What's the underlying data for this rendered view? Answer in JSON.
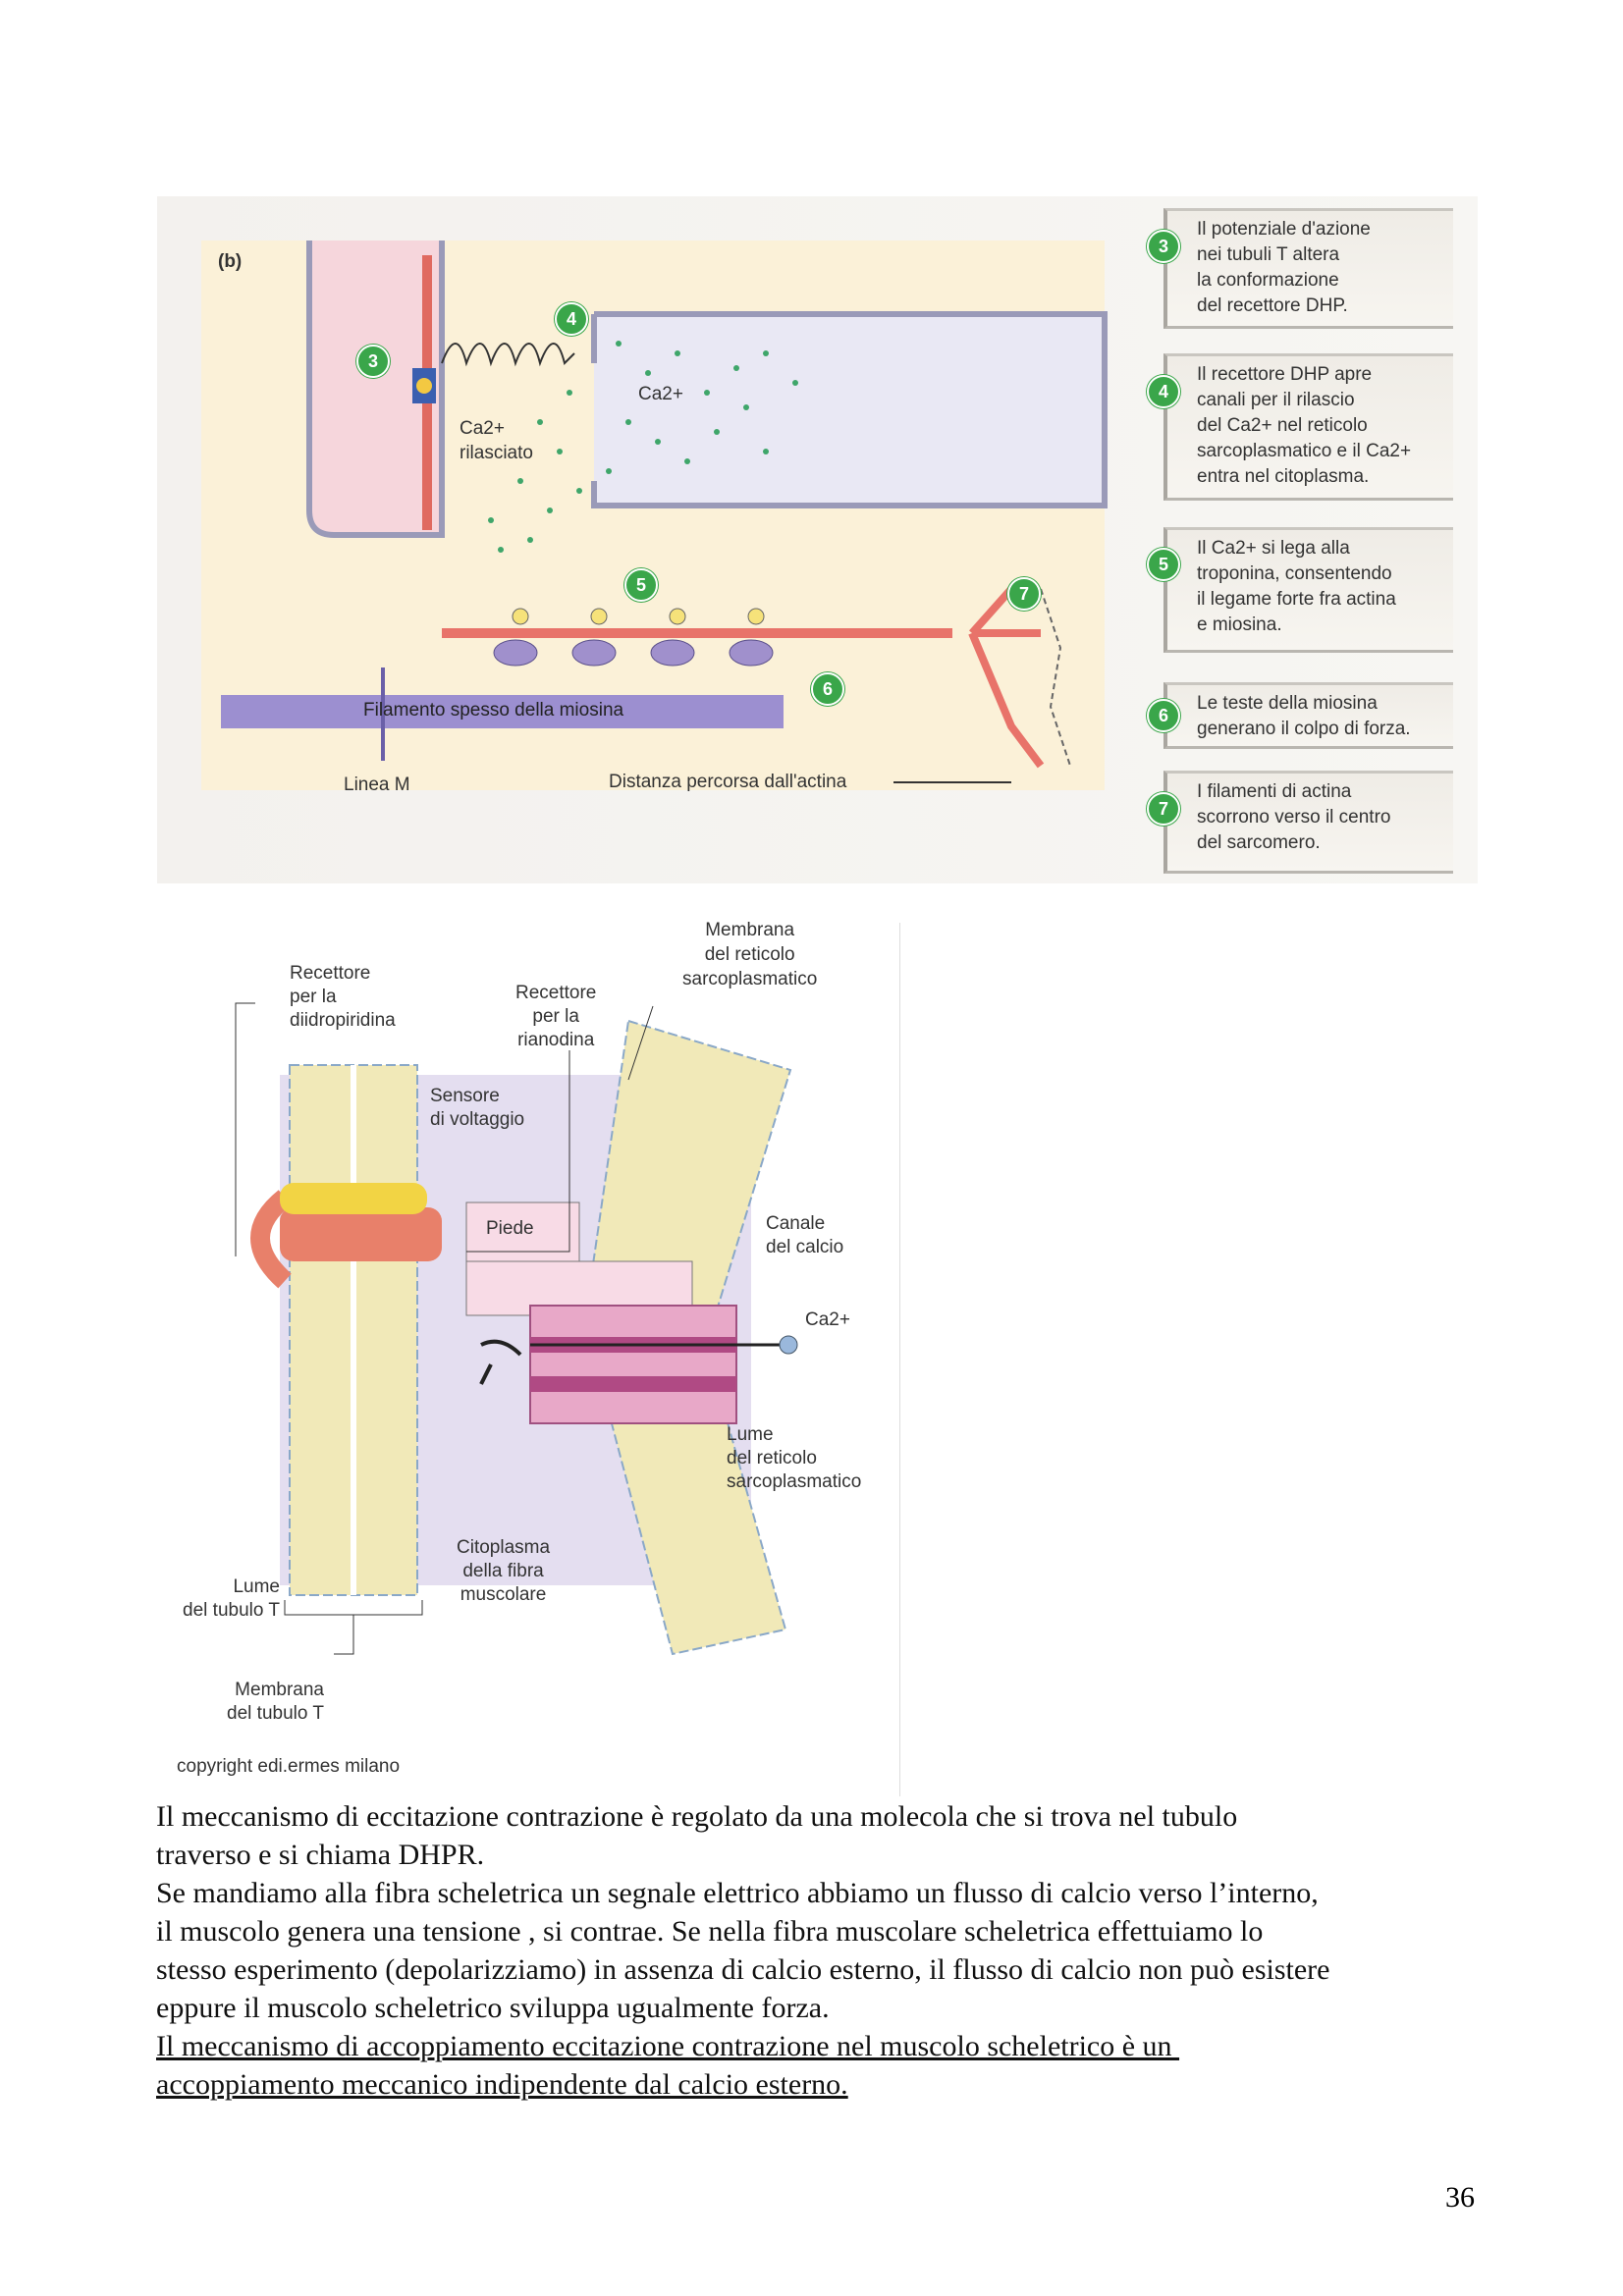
{
  "figure_top": {
    "panel_label": "(b)",
    "ca_label": "Ca2+",
    "ca_released_1": "Ca2+",
    "ca_released_2": "rilasciato",
    "myosin_label": "Filamento spesso della miosina",
    "m_line_label": "Linea M",
    "distance_label": "Distanza percorsa dall'actina",
    "steps": [
      {
        "num": "3",
        "text": [
          "Il potenziale d'azione",
          "nei tubuli T altera",
          "la conformazione",
          "del recettore DHP."
        ]
      },
      {
        "num": "4",
        "text": [
          "Il recettore DHP apre",
          "canali per il rilascio",
          "del Ca2+ nel reticolo",
          "sarcoplasmatico e il Ca2+",
          "entra nel citoplasma."
        ]
      },
      {
        "num": "5",
        "text": [
          "Il Ca2+ si lega alla",
          "troponina, consentendo",
          "il legame forte fra actina",
          "e miosina."
        ]
      },
      {
        "num": "6",
        "text": [
          "Le teste della miosina",
          "generano il colpo di forza."
        ]
      },
      {
        "num": "7",
        "text": [
          "I filamenti di actina",
          "scorrono verso il centro",
          "del sarcomero."
        ]
      }
    ],
    "colors": {
      "step_green": "#3aa64a",
      "actin": "#e8736a",
      "myosin": "#9c8fd0",
      "background": "#fbf1d8"
    }
  },
  "figure_bottom": {
    "sr_membrane": [
      "Membrana",
      "del reticolo",
      "sarcoplasmatico"
    ],
    "dhp_receptor": [
      "Recettore",
      "per la",
      "diidropiridina"
    ],
    "ryanodine_receptor": [
      "Recettore",
      "per la",
      "rianodina"
    ],
    "voltage_sensor": [
      "Sensore",
      "di voltaggio"
    ],
    "foot": "Piede",
    "calcium_channel": [
      "Canale",
      "del calcio"
    ],
    "ca": "Ca2+",
    "sr_lumen": [
      "Lume",
      "del reticolo",
      "sarcoplasmatico"
    ],
    "cytoplasm": [
      "Citoplasma",
      "della fibra",
      "muscolare"
    ],
    "t_lumen": [
      "Lume",
      "del tubulo T"
    ],
    "t_membrane": [
      "Membrana",
      "del tubulo T"
    ],
    "copyright": "copyright edi.ermes milano"
  },
  "body": {
    "p1": [
      "Il meccanismo di eccitazione contrazione è regolato da una molecola che si trova nel tubulo",
      "traverso e si chiama DHPR."
    ],
    "p2": [
      "Se mandiamo alla fibra scheletrica un segnale elettrico abbiamo un flusso di calcio verso l’interno,",
      "il muscolo genera una tensione , si contrae. Se nella fibra muscolare scheletrica effettuiamo lo",
      "stesso esperimento (depolarizziamo) in assenza di calcio esterno, il flusso di calcio non può esistere",
      "eppure il muscolo scheletrico sviluppa ugualmente forza."
    ],
    "p3": [
      "Il meccanismo di accoppiamento eccitazione contrazione nel muscolo scheletrico è un ",
      "accoppiamento meccanico indipendente dal calcio esterno."
    ]
  },
  "page_number": "36"
}
